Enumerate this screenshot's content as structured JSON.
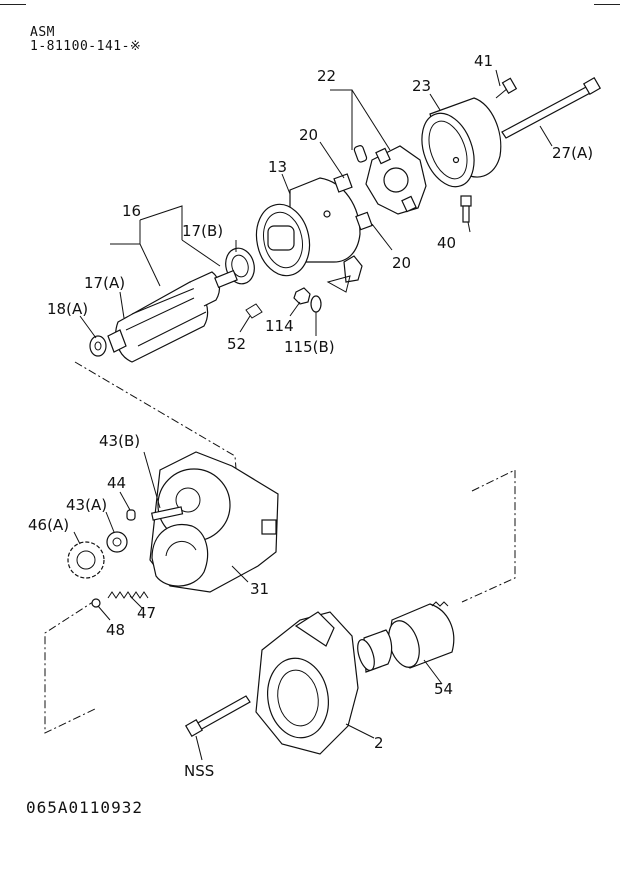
{
  "header": {
    "line1": "ASM",
    "line2": "1-81100-141-※"
  },
  "footer_code": "065A0110932",
  "callouts": [
    {
      "id": "c22",
      "label": "22"
    },
    {
      "id": "c23",
      "label": "23"
    },
    {
      "id": "c41",
      "label": "41"
    },
    {
      "id": "c20a",
      "label": "20"
    },
    {
      "id": "c13",
      "label": "13"
    },
    {
      "id": "c27a",
      "label": "27(A)"
    },
    {
      "id": "c16",
      "label": "16"
    },
    {
      "id": "c17b",
      "label": "17(B)"
    },
    {
      "id": "c40",
      "label": "40"
    },
    {
      "id": "c20b",
      "label": "20"
    },
    {
      "id": "c17a",
      "label": "17(A)"
    },
    {
      "id": "c18a",
      "label": "18(A)"
    },
    {
      "id": "c114",
      "label": "114"
    },
    {
      "id": "c52",
      "label": "52"
    },
    {
      "id": "c115b",
      "label": "115(B)"
    },
    {
      "id": "c43b",
      "label": "43(B)"
    },
    {
      "id": "c44",
      "label": "44"
    },
    {
      "id": "c43a",
      "label": "43(A)"
    },
    {
      "id": "c46a",
      "label": "46(A)"
    },
    {
      "id": "c31",
      "label": "31"
    },
    {
      "id": "c47",
      "label": "47"
    },
    {
      "id": "c48",
      "label": "48"
    },
    {
      "id": "c54",
      "label": "54"
    },
    {
      "id": "c2",
      "label": "2"
    },
    {
      "id": "cNSS",
      "label": "NSS"
    }
  ]
}
